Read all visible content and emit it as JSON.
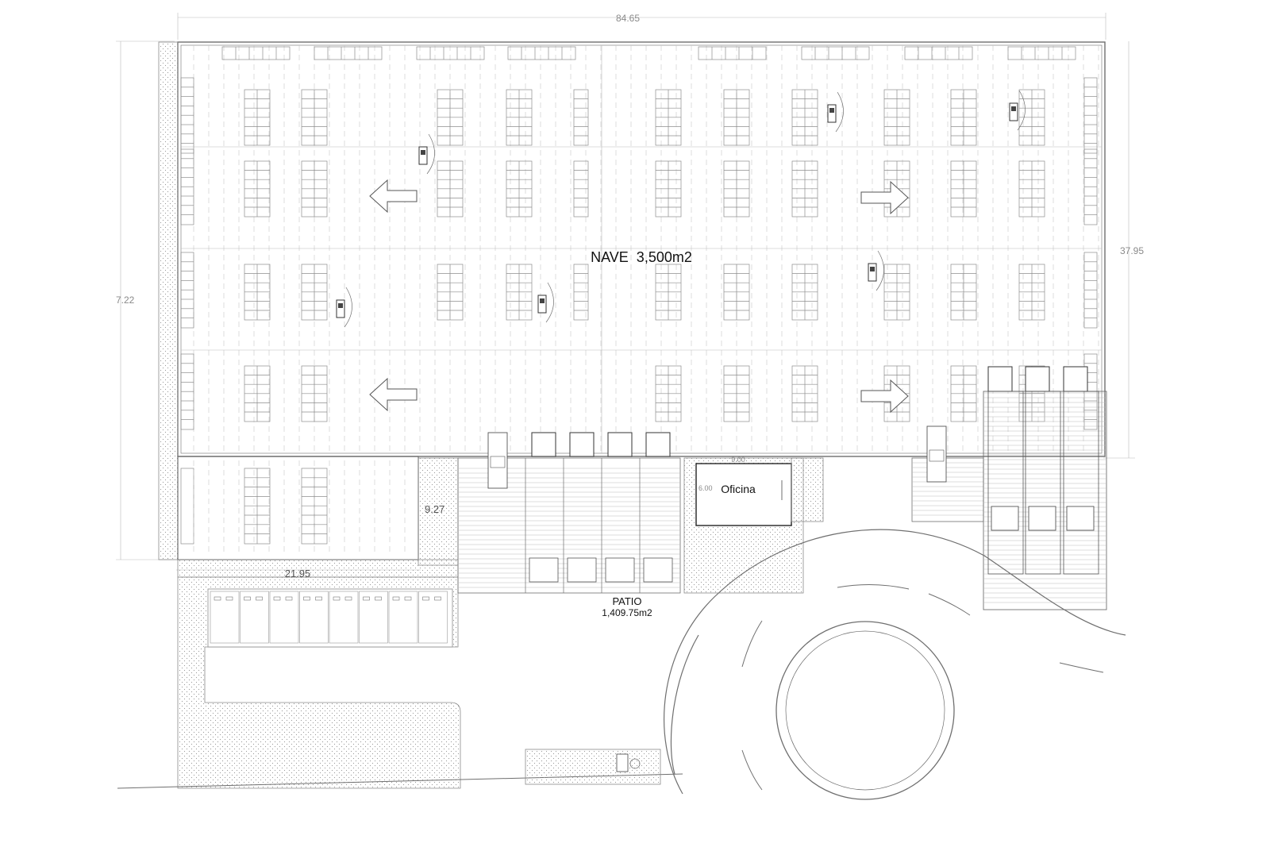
{
  "labels": {
    "nave": "NAVE  3,500m2",
    "patio_title": "PATIO",
    "patio_area": "1,409.75m2",
    "oficina": "Oficina"
  },
  "dimensions": {
    "total_width": "84.65",
    "right_height": "37.95",
    "left_height": "7.22",
    "annex_depth": "9.27",
    "annex_width": "21.95",
    "office_width": "9.00",
    "office_depth": "6.00"
  },
  "colors": {
    "line": "#6f6f6f",
    "text": "#111111",
    "dimension_text": "#8a8a8a"
  }
}
